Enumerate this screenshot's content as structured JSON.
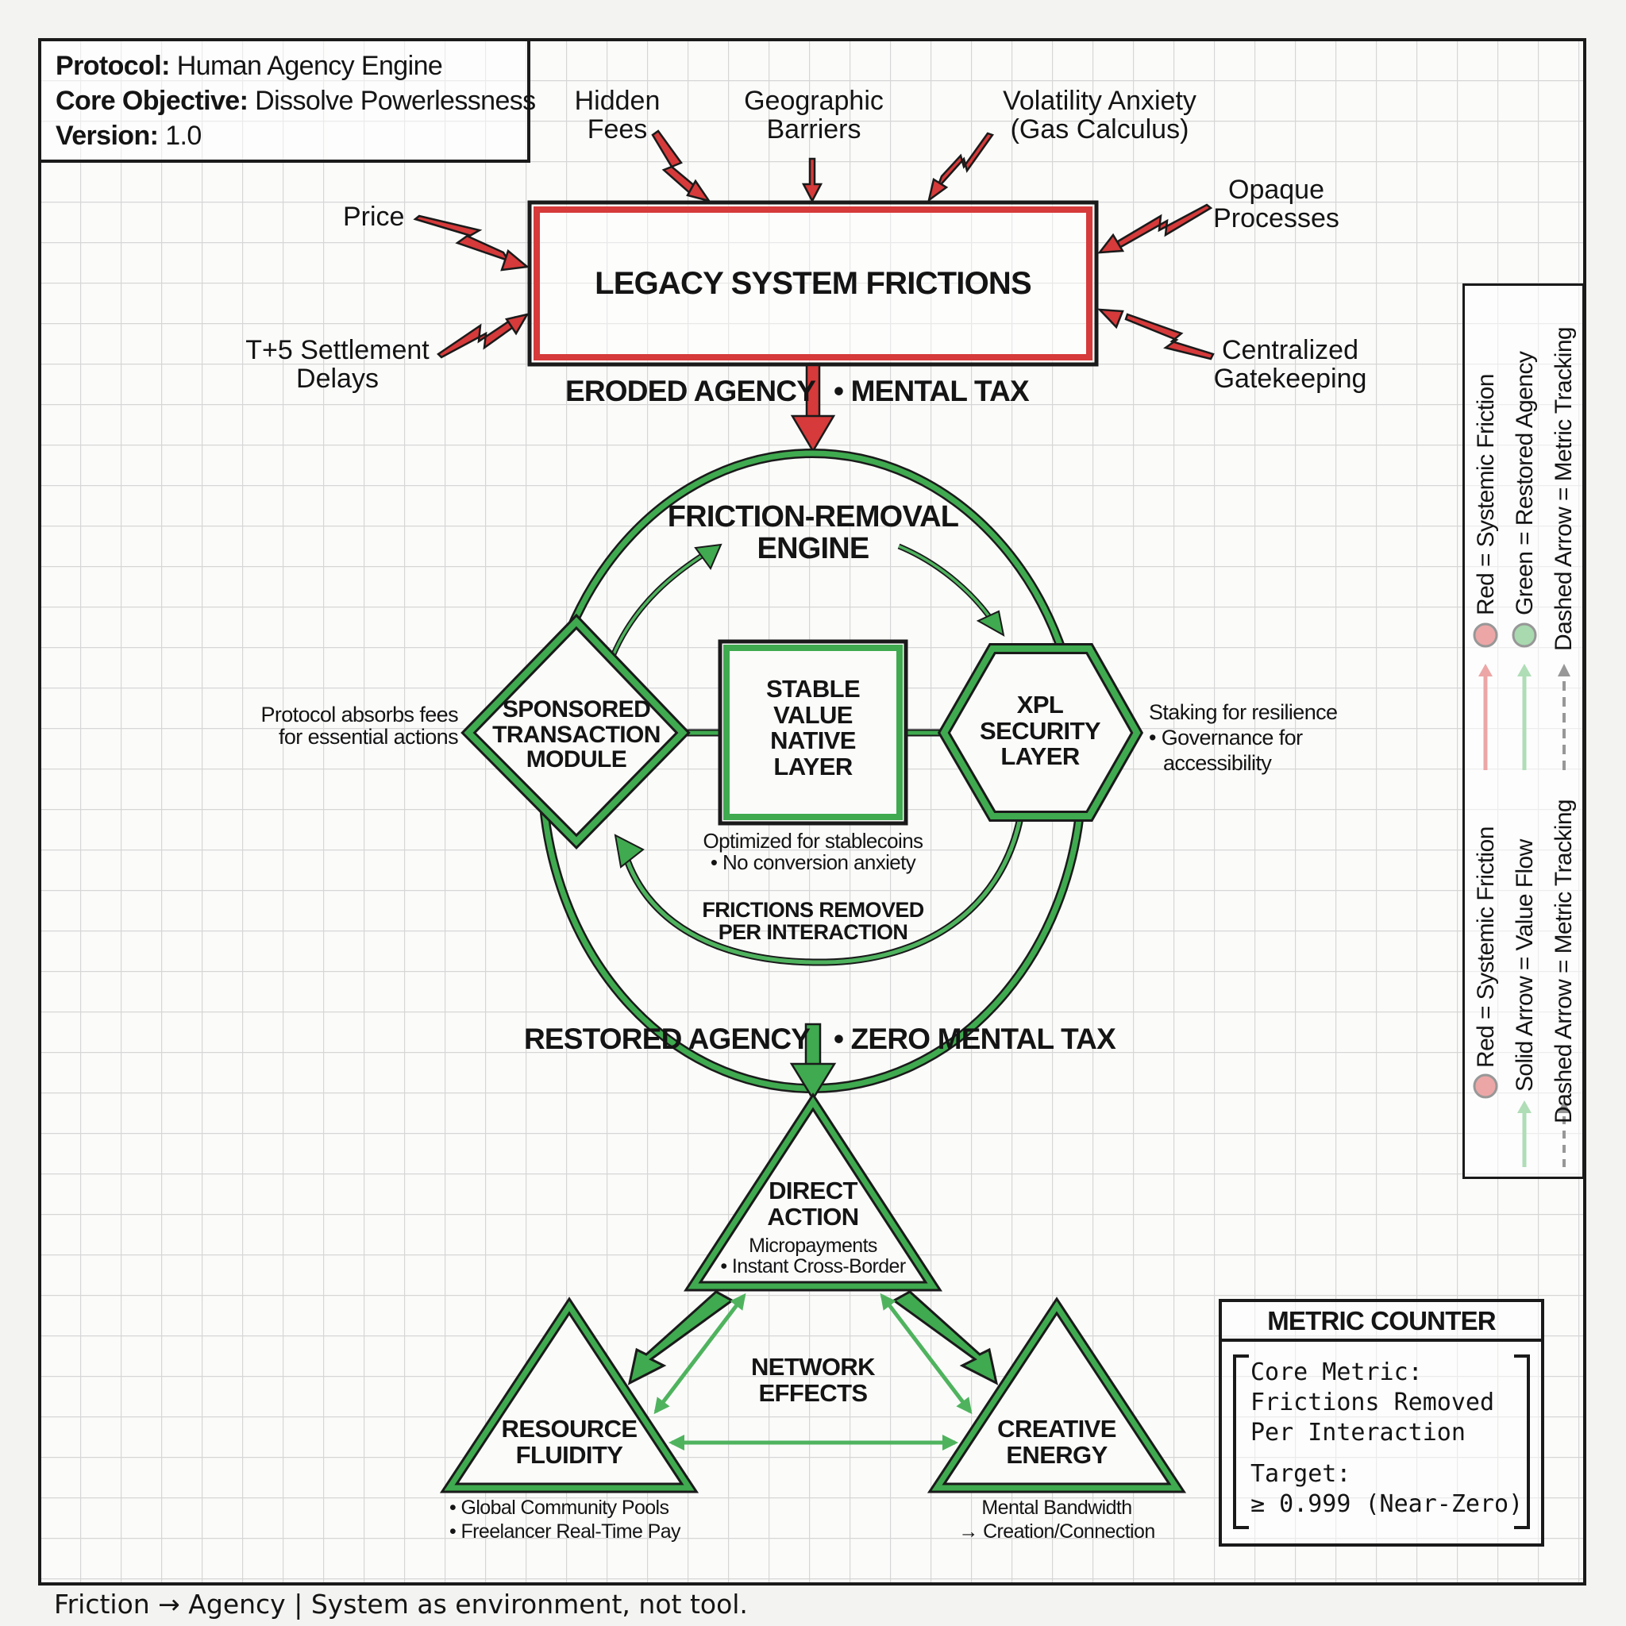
{
  "header": {
    "protocol_label": "Protocol:",
    "protocol_value": "Human Agency Engine",
    "objective_label": "Core Objective:",
    "objective_value": "Dissolve Powerlessness",
    "version_label": "Version:",
    "version_value": "1.0"
  },
  "legacy": {
    "title": "LEGACY SYSTEM FRICTIONS",
    "frictions": {
      "hidden_fees": [
        "Hidden",
        "Fees"
      ],
      "geographic": [
        "Geographic",
        "Barriers"
      ],
      "volatility": [
        "Volatility Anxiety",
        "(Gas Calculus)"
      ],
      "price": [
        "Price"
      ],
      "opaque": [
        "Opaque",
        "Processes"
      ],
      "settlement": [
        "T+5 Settlement",
        "Delays"
      ],
      "gatekeeping": [
        "Centralized",
        "Gatekeeping"
      ]
    },
    "output_left": "ERODED AGENCY",
    "output_right": "• MENTAL TAX"
  },
  "engine": {
    "title": [
      "FRICTION-REMOVAL",
      "ENGINE"
    ],
    "sponsored": {
      "label": [
        "SPONSORED",
        "TRANSACTION",
        "MODULE"
      ],
      "note": [
        "Protocol absorbs fees",
        "for essential actions"
      ]
    },
    "stable": {
      "label": [
        "STABLE",
        "VALUE",
        "NATIVE",
        "LAYER"
      ],
      "note": [
        "Optimized for stablecoins",
        "• No conversion anxiety"
      ]
    },
    "xpl": {
      "label": [
        "XPL",
        "SECURITY",
        "LAYER"
      ],
      "note": [
        "Staking for resilience",
        "• Governance for",
        "accessibility"
      ]
    },
    "loop_label": [
      "FRICTIONS REMOVED",
      "PER INTERACTION"
    ],
    "output_left": "RESTORED AGENCY",
    "output_right": "• ZERO MENTAL TAX"
  },
  "outcomes": {
    "direct": {
      "title": [
        "DIRECT",
        "ACTION"
      ],
      "sub": [
        "Micropayments",
        "• Instant Cross-Border"
      ]
    },
    "resource": {
      "title": [
        "RESOURCE",
        "FLUIDITY"
      ],
      "note": [
        "• Global Community Pools",
        "• Freelancer Real-Time Pay"
      ]
    },
    "creative": {
      "title": [
        "CREATIVE",
        "ENERGY"
      ],
      "note": [
        "Mental Bandwidth",
        "→ Creation/Connection"
      ]
    },
    "network": [
      "NETWORK",
      "EFFECTS"
    ]
  },
  "legend": {
    "col1": "Red = Systemic Friction",
    "col2": "Green = Restored Agency",
    "col3": "Dashed Arrow = Metric Tracking",
    "col1b": "Red = Systemic Friction",
    "col2b": "Solid Arrow = Value Flow",
    "col3b": "Dashed Arrow = Metric Tracking"
  },
  "metric": {
    "title": "METRIC COUNTER",
    "lines": [
      "Core Metric:",
      "Frictions Removed",
      "Per Interaction"
    ],
    "target_label": "Target:",
    "target_value": "≥ 0.999 (Near-Zero)"
  },
  "footer": "Friction → Agency | System as environment, not tool.",
  "colors": {
    "red": "#d63a3a",
    "green": "#3faa4f",
    "ink": "#141414",
    "grid": "#d8d8d8"
  }
}
